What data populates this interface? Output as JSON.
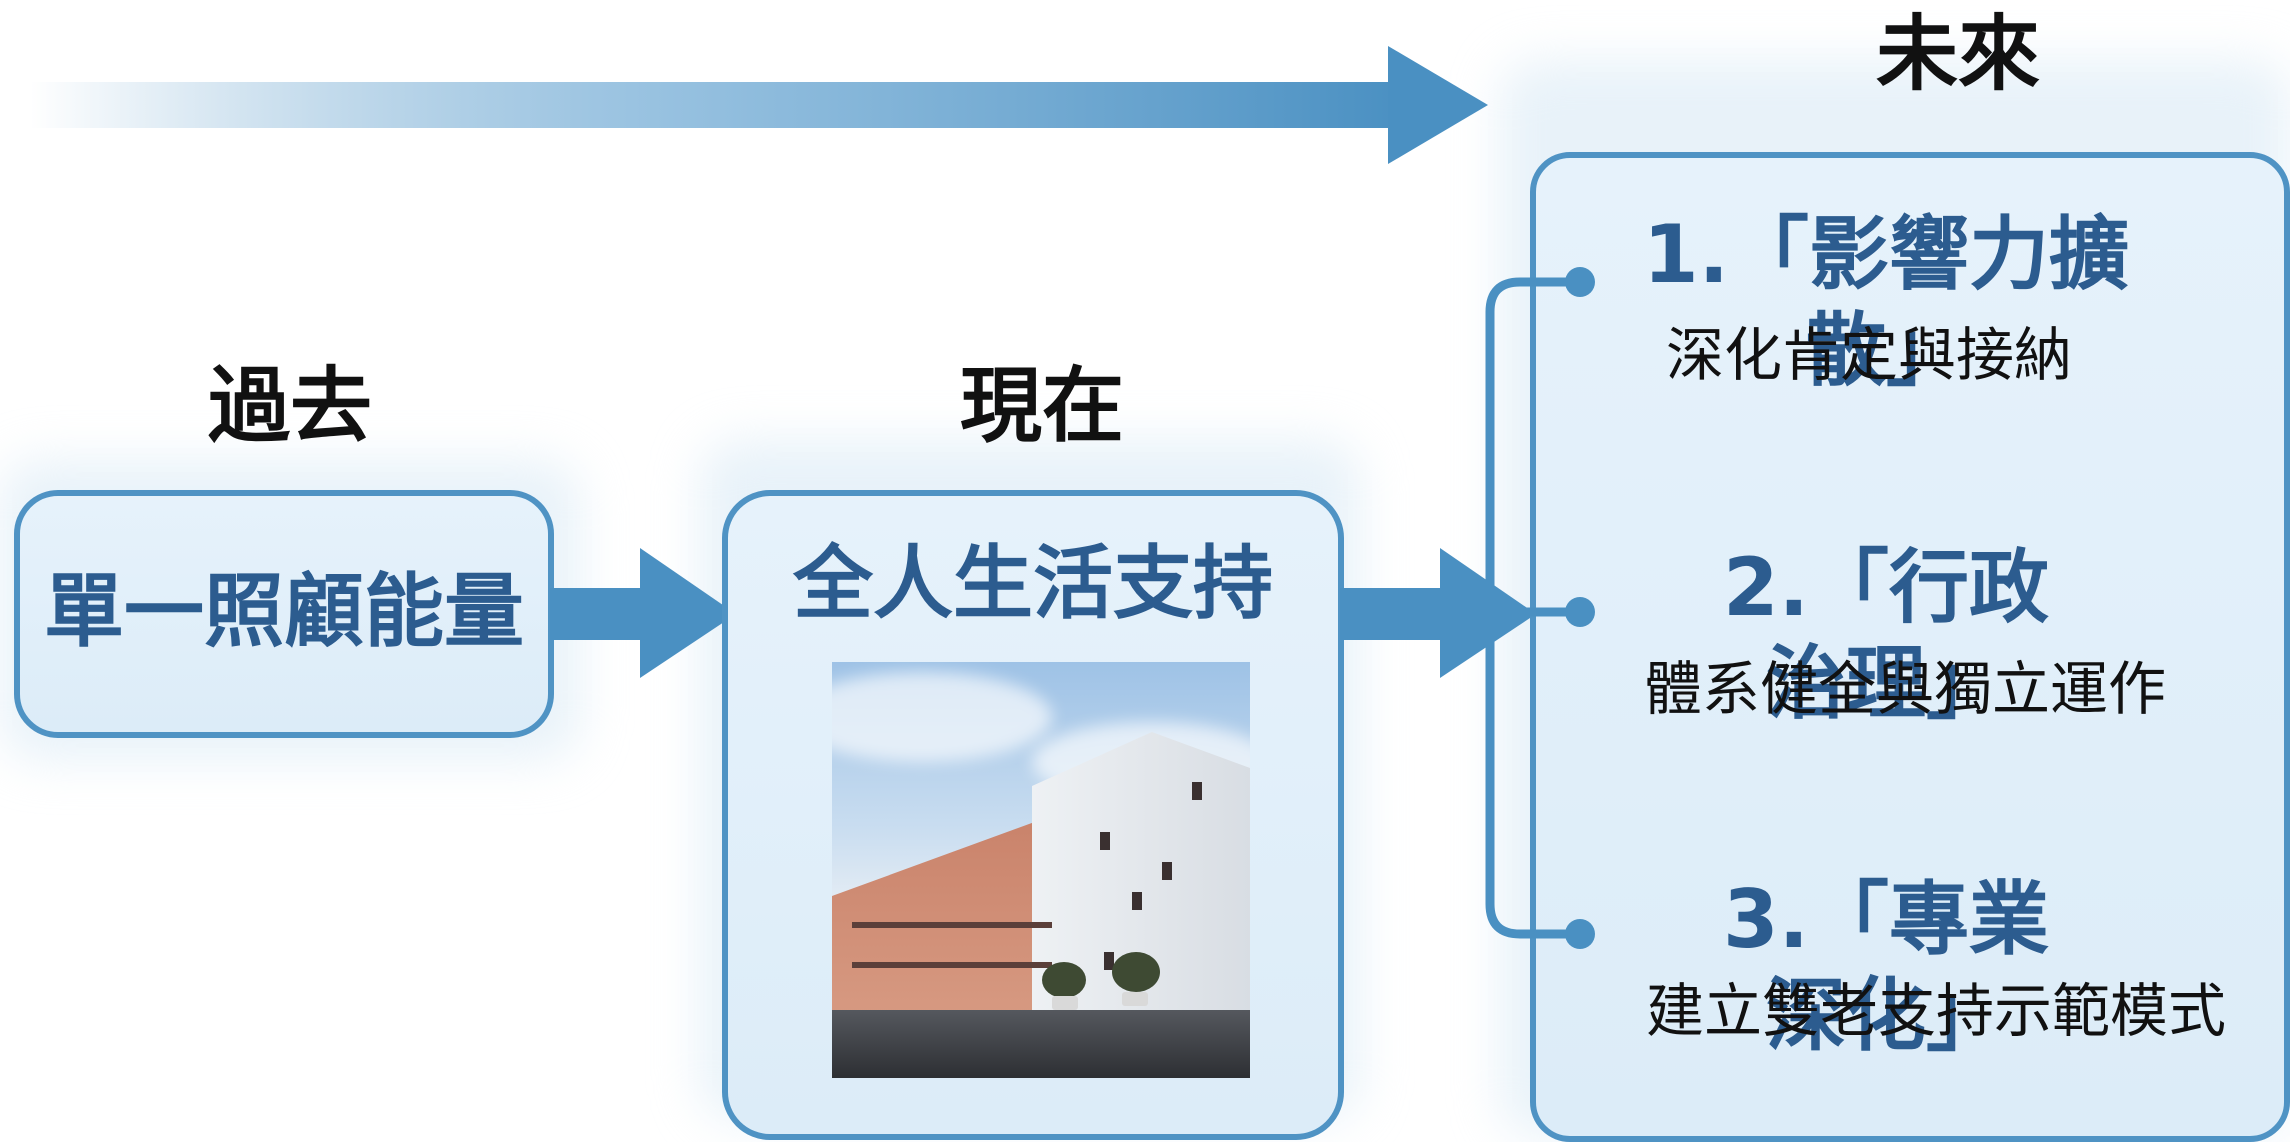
{
  "headings": {
    "past": "過去",
    "present": "現在",
    "future": "未來"
  },
  "past_box": {
    "title": "單一照顧能量"
  },
  "present_box": {
    "title": "全人生活支持",
    "image": "building-photo"
  },
  "future_box": {
    "items": [
      {
        "title": "1.「影響力擴散」",
        "desc": "深化肯定與接納"
      },
      {
        "title": "2.「行政治理」",
        "desc": "體系健全與獨立運作"
      },
      {
        "title": "3.「專業深化」",
        "desc": "建立雙老支持示範模式"
      }
    ]
  },
  "colors": {
    "border": "#4f93c4",
    "box_fill": "#e2eff9",
    "title_text": "#2c5c8f",
    "arrow": "#4a90c2"
  }
}
